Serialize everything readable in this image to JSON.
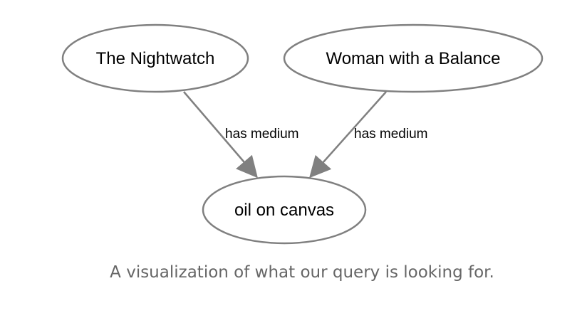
{
  "diagram": {
    "nodes": [
      {
        "id": "nightwatch",
        "label": "The Nightwatch"
      },
      {
        "id": "balance",
        "label": "Woman with a Balance"
      },
      {
        "id": "oil",
        "label": "oil on canvas"
      }
    ],
    "edges": [
      {
        "from": "nightwatch",
        "to": "oil",
        "label": "has medium"
      },
      {
        "from": "balance",
        "to": "oil",
        "label": "has medium"
      }
    ],
    "colors": {
      "stroke": "#808080",
      "text": "#000000",
      "caption": "#666666"
    }
  },
  "caption": "A visualization of what our query is looking for."
}
